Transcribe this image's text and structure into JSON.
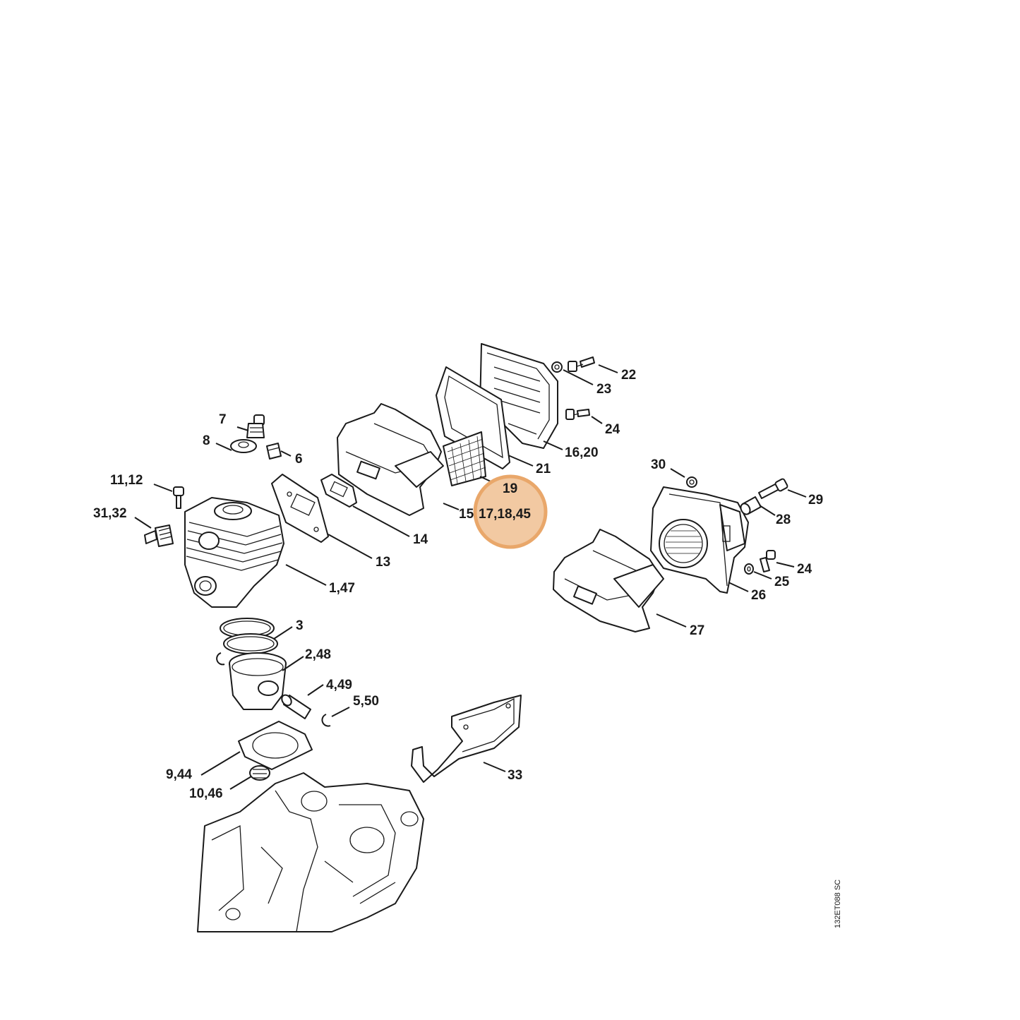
{
  "diagram": {
    "drawing_code": "132ET088 SC",
    "highlight_color": "#e9a76a",
    "highlight_fill": "#f2c9a2",
    "labels": [
      {
        "id": "l22",
        "text": "22"
      },
      {
        "id": "l23",
        "text": "23"
      },
      {
        "id": "l24a",
        "text": "24"
      },
      {
        "id": "l16",
        "text": "16,20"
      },
      {
        "id": "l21",
        "text": "21"
      },
      {
        "id": "l19",
        "text": "19"
      },
      {
        "id": "l17",
        "text": "17,18,45"
      },
      {
        "id": "l15",
        "text": "15"
      },
      {
        "id": "l14",
        "text": "14"
      },
      {
        "id": "l13",
        "text": "13"
      },
      {
        "id": "l7",
        "text": "7"
      },
      {
        "id": "l8",
        "text": "8"
      },
      {
        "id": "l6",
        "text": "6"
      },
      {
        "id": "l11",
        "text": "11,12"
      },
      {
        "id": "l31",
        "text": "31,32"
      },
      {
        "id": "l147",
        "text": "1,47"
      },
      {
        "id": "l3",
        "text": "3"
      },
      {
        "id": "l248",
        "text": "2,48"
      },
      {
        "id": "l449",
        "text": "4,49"
      },
      {
        "id": "l550",
        "text": "5,50"
      },
      {
        "id": "l944",
        "text": "9,44"
      },
      {
        "id": "l1046",
        "text": "10,46"
      },
      {
        "id": "l33",
        "text": "33"
      },
      {
        "id": "l30",
        "text": "30"
      },
      {
        "id": "l29",
        "text": "29"
      },
      {
        "id": "l28",
        "text": "28"
      },
      {
        "id": "l24b",
        "text": "24"
      },
      {
        "id": "l25",
        "text": "25"
      },
      {
        "id": "l26",
        "text": "26"
      },
      {
        "id": "l27",
        "text": "27"
      }
    ]
  }
}
